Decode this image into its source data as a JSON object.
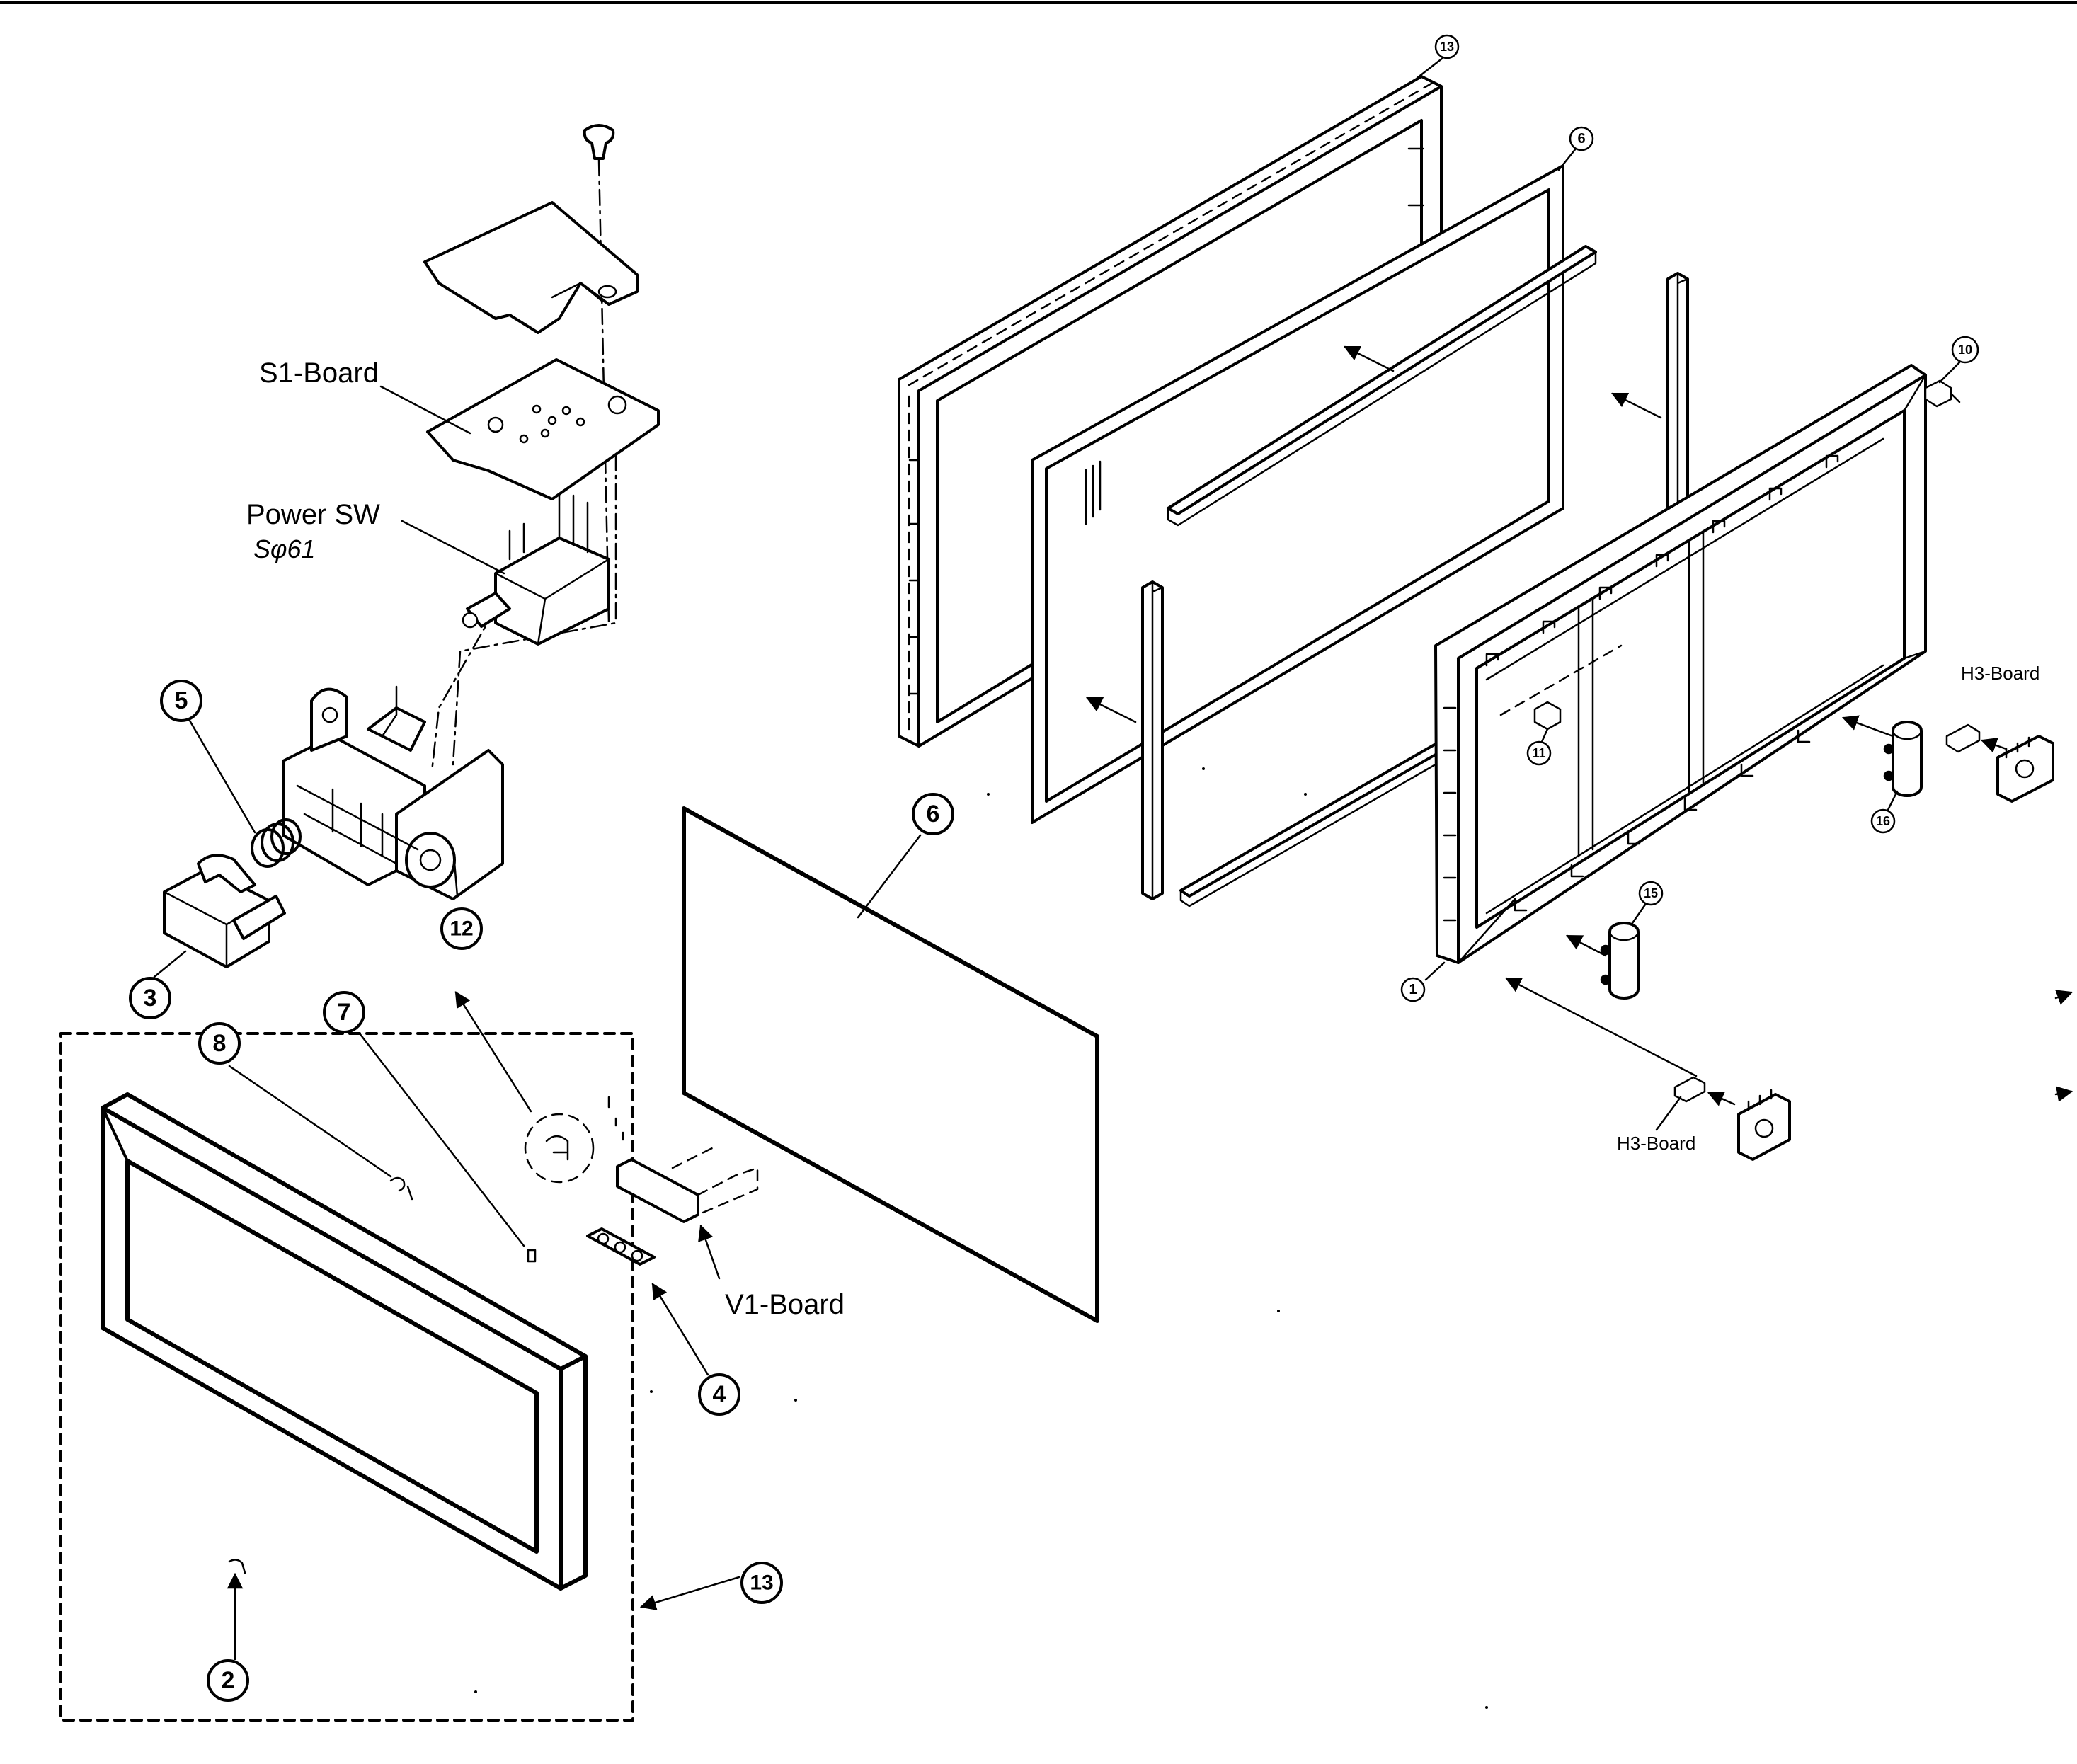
{
  "labels": {
    "s1_board": "S1-Board",
    "power_sw": "Power SW",
    "power_sw_code": "Sφ61",
    "v1_board": "V1-Board",
    "h3_board_top": "H3-Board",
    "h3_board_bottom": "H3-Board"
  },
  "callouts": {
    "c13_top": "13",
    "c6_glass": "6",
    "c10": "10",
    "c11": "11",
    "c16": "16",
    "c15": "15",
    "c1": "1",
    "c5": "5",
    "c12": "12",
    "c3": "3",
    "c8": "8",
    "c7": "7",
    "c6_filter": "6",
    "c4": "4",
    "c2": "2",
    "c13_bottom": "13"
  }
}
